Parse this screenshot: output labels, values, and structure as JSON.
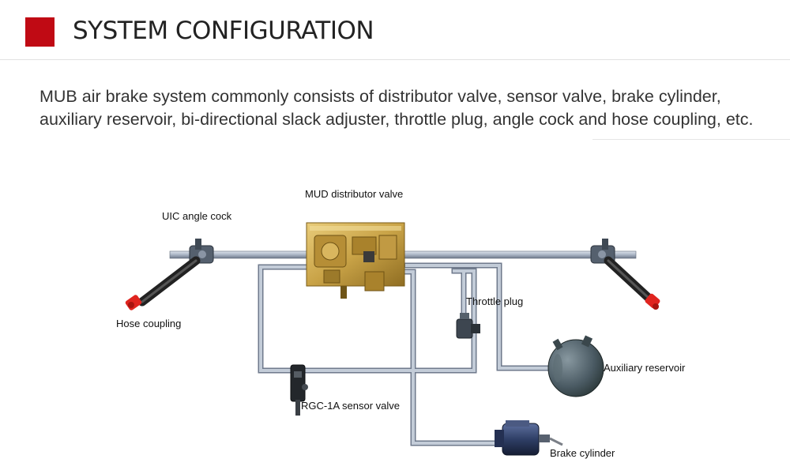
{
  "header": {
    "title": "SYSTEM CONFIGURATION",
    "accent_color": "#c00a14"
  },
  "intro": {
    "line1": "MUB air brake system commonly consists of distributor valve, sensor valve, brake cylinder,",
    "line2": "auxiliary reservoir, bi-directional slack adjuster, throttle plug, angle cock and hose coupling, etc."
  },
  "diagram": {
    "labels": {
      "distributor_valve": "MUD distributor valve",
      "angle_cock": "UIC angle cock",
      "hose_coupling": "Hose coupling",
      "throttle_plug": "Throttle plug",
      "auxiliary_reservoir": "Auxiliary reservoir",
      "sensor_valve": "RGC-1A sensor valve",
      "brake_cylinder": "Brake cylinder"
    },
    "colors": {
      "pipe": "#a9b4c4",
      "distributor_body": "#c9a347",
      "coupling_head": "#e0241f",
      "reservoir": "#4a5a63",
      "brake_cylinder": "#2f3f66"
    }
  }
}
